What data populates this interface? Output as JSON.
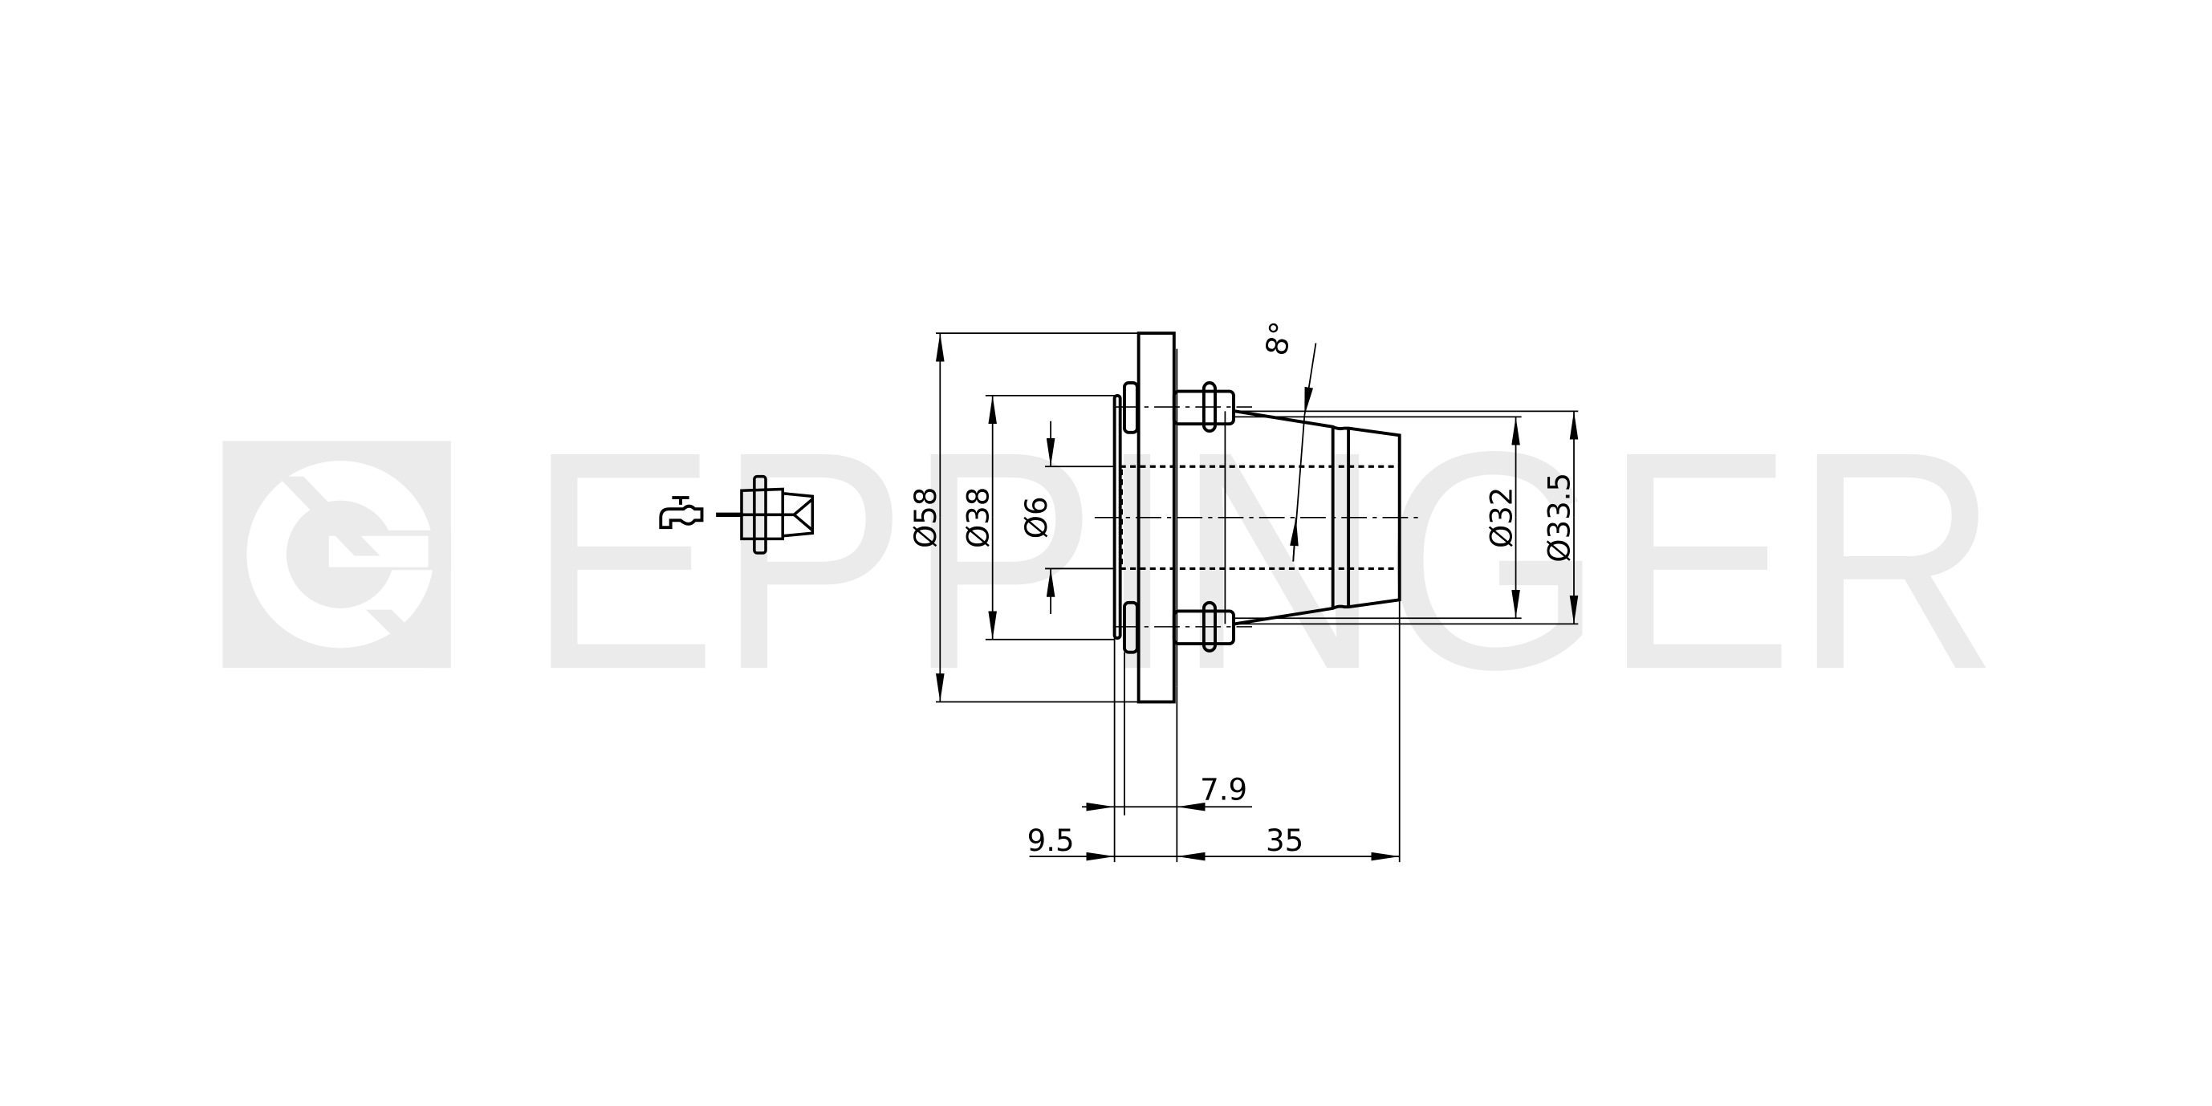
{
  "watermark": {
    "brand": "EPPINGER",
    "color": "#ebebeb"
  },
  "dimensions": {
    "d58": "Ø58",
    "d38": "Ø38",
    "d6": "Ø6",
    "d32": "Ø32",
    "d33_5": "Ø33.5",
    "angle": "8°",
    "len_7_9": "7.9",
    "len_9_5": "9.5",
    "len_35": "35"
  },
  "icons": [
    "water-tap-icon",
    "coolant-arrow-icon",
    "collet-holder-icon"
  ]
}
